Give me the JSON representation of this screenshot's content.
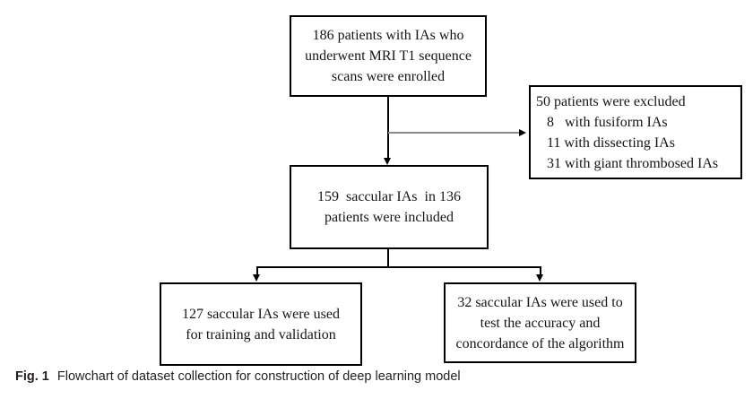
{
  "canvas": {
    "background_color": "#ffffff",
    "box_border_color": "#000000",
    "connector_color": "#000000",
    "excluded_branch_line_color": "#8a8a8a",
    "text_color": "#151515"
  },
  "flowchart": {
    "enrolled_box": {
      "text": "186 patients with IAs who\nunderwent MRI T1 sequence\nscans were enrolled"
    },
    "excluded_box": {
      "lines": [
        "50 patients were excluded",
        "   8   with fusiform IAs",
        "   11 with dissecting IAs",
        "   31 with giant thrombosed IAs"
      ]
    },
    "included_box": {
      "text": "159  saccular IAs  in 136\npatients were included"
    },
    "training_box": {
      "text": "127 saccular IAs were used\nfor training and validation"
    },
    "test_box": {
      "text": "32 saccular IAs were used to\ntest the accuracy and\nconcordance of the algorithm"
    }
  },
  "caption": {
    "label": "Fig. 1",
    "text": "Flowchart of dataset collection for construction of deep learning model"
  }
}
